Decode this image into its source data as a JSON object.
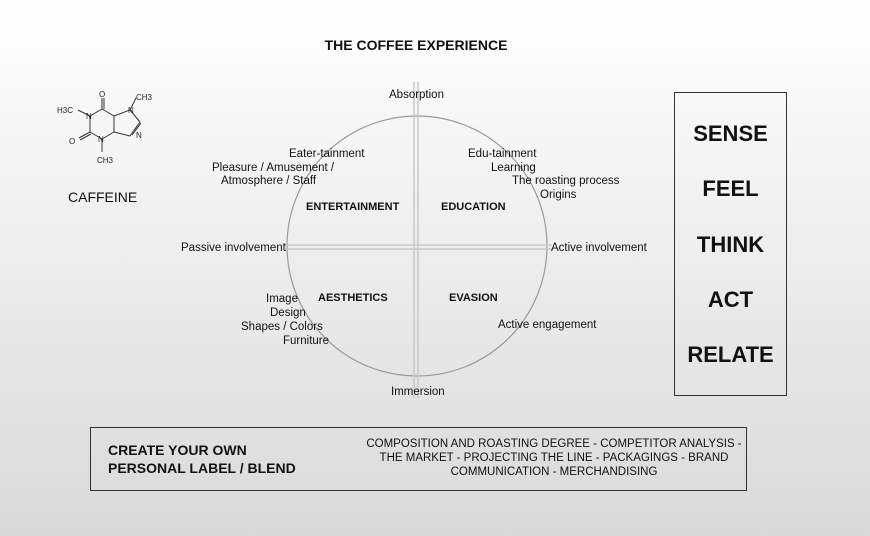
{
  "title": "THE COFFEE EXPERIENCE",
  "molecule": {
    "label": "CAFFEINE",
    "atoms": {
      "ch3_left": "H3C",
      "ch3_top": "CH3",
      "ch3_bottom": "CH3",
      "n": "N",
      "o": "O"
    }
  },
  "axes": {
    "top": "Absorption",
    "bottom": "Immersion",
    "left": "Passive involvement",
    "right": "Active involvement"
  },
  "quadrants": {
    "top_left": "ENTERTAINMENT",
    "top_right": "EDUCATION",
    "bottom_left": "AESTHETICS",
    "bottom_right": "EVASION"
  },
  "annotations": {
    "entertainment": [
      "Eater-tainment",
      "Pleasure / Amusement /",
      "Atmosphere / Staff"
    ],
    "education": [
      "Edu-tainment",
      "Learning",
      "The roasting process",
      "Origins"
    ],
    "aesthetics": [
      "Image",
      "Design",
      "Shapes / Colors",
      "Furniture"
    ],
    "evasion": "Active engagement"
  },
  "verbs": [
    "SENSE",
    "FEEL",
    "THINK",
    "ACT",
    "RELATE"
  ],
  "bottom": {
    "create_line1": "CREATE YOUR OWN",
    "create_line2": "PERSONAL LABEL / BLEND",
    "steps": "COMPOSITION AND ROASTING DEGREE - COMPETITOR ANALYSIS -\nTHE MARKET - PROJECTING THE LINE - PACKAGINGS - BRAND\nCOMMUNICATION - MERCHANDISING"
  }
}
